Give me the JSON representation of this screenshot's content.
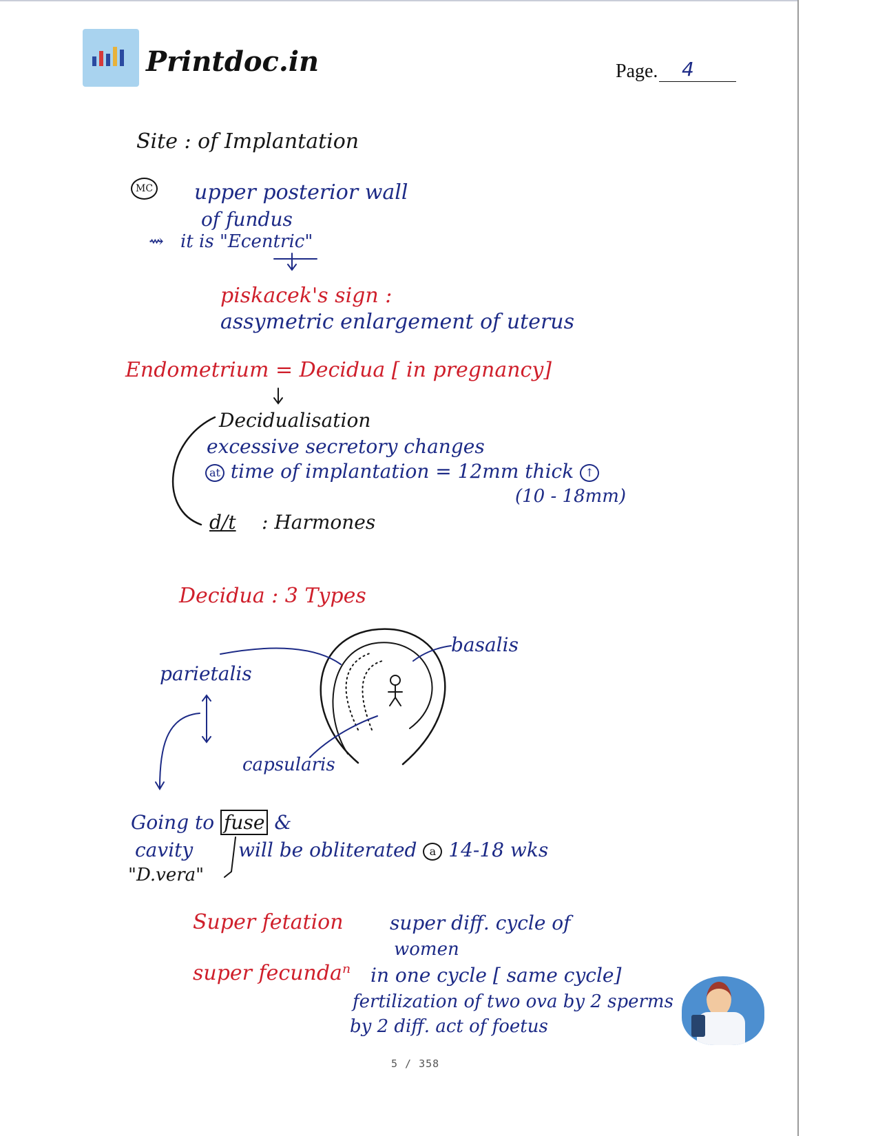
{
  "header": {
    "logo_text": "Printdoc.in",
    "page_label": "Page.",
    "page_number": "4"
  },
  "notes": {
    "site_title": "Site : of Implantation",
    "mc_badge": "MC",
    "upper_posterior": "upper posterior wall",
    "of_fundus": "of fundus",
    "eccentric": "it is \"Ecentric\"",
    "piskacek": "piskacek's sign :",
    "asymmetric": "assymetric enlargement of uterus",
    "endometrium": "Endometrium = Decidua [ in pregnancy]",
    "decidualisation": "Decidualisation",
    "secretory": "excessive secretory changes",
    "at_badge": "at",
    "time_of": "time of implantation = 12mm thick",
    "range": "(10 - 18mm)",
    "dt": "d/t",
    "hormones": ": Harmones",
    "decidua_types": "Decidua : 3 Types",
    "basalis": "basalis",
    "parietalis": "parietalis",
    "capsularis": "capsularis",
    "going_to": "Going to",
    "fuse": "fuse",
    "amp": "&",
    "cavity": "cavity",
    "will_be": "will be obliterated",
    "a_badge": "a",
    "weeks": "14-18 wks",
    "d_vero": "\"D.vera\"",
    "superfetation": "Super fetation",
    "super_diff": "super diff. cycle of",
    "women": "women",
    "superfecundation": "super fecundaⁿ",
    "one_cycle": "in one cycle [ same cycle]",
    "fertilization": "fertilization of two ova by 2 sperms",
    "diff_act": "by 2 diff. act of foetus"
  },
  "footer": {
    "page_counter": "5 / 358"
  },
  "colors": {
    "blue_ink": "#1c2a86",
    "red_ink": "#cf1f2b",
    "black_ink": "#151515"
  }
}
